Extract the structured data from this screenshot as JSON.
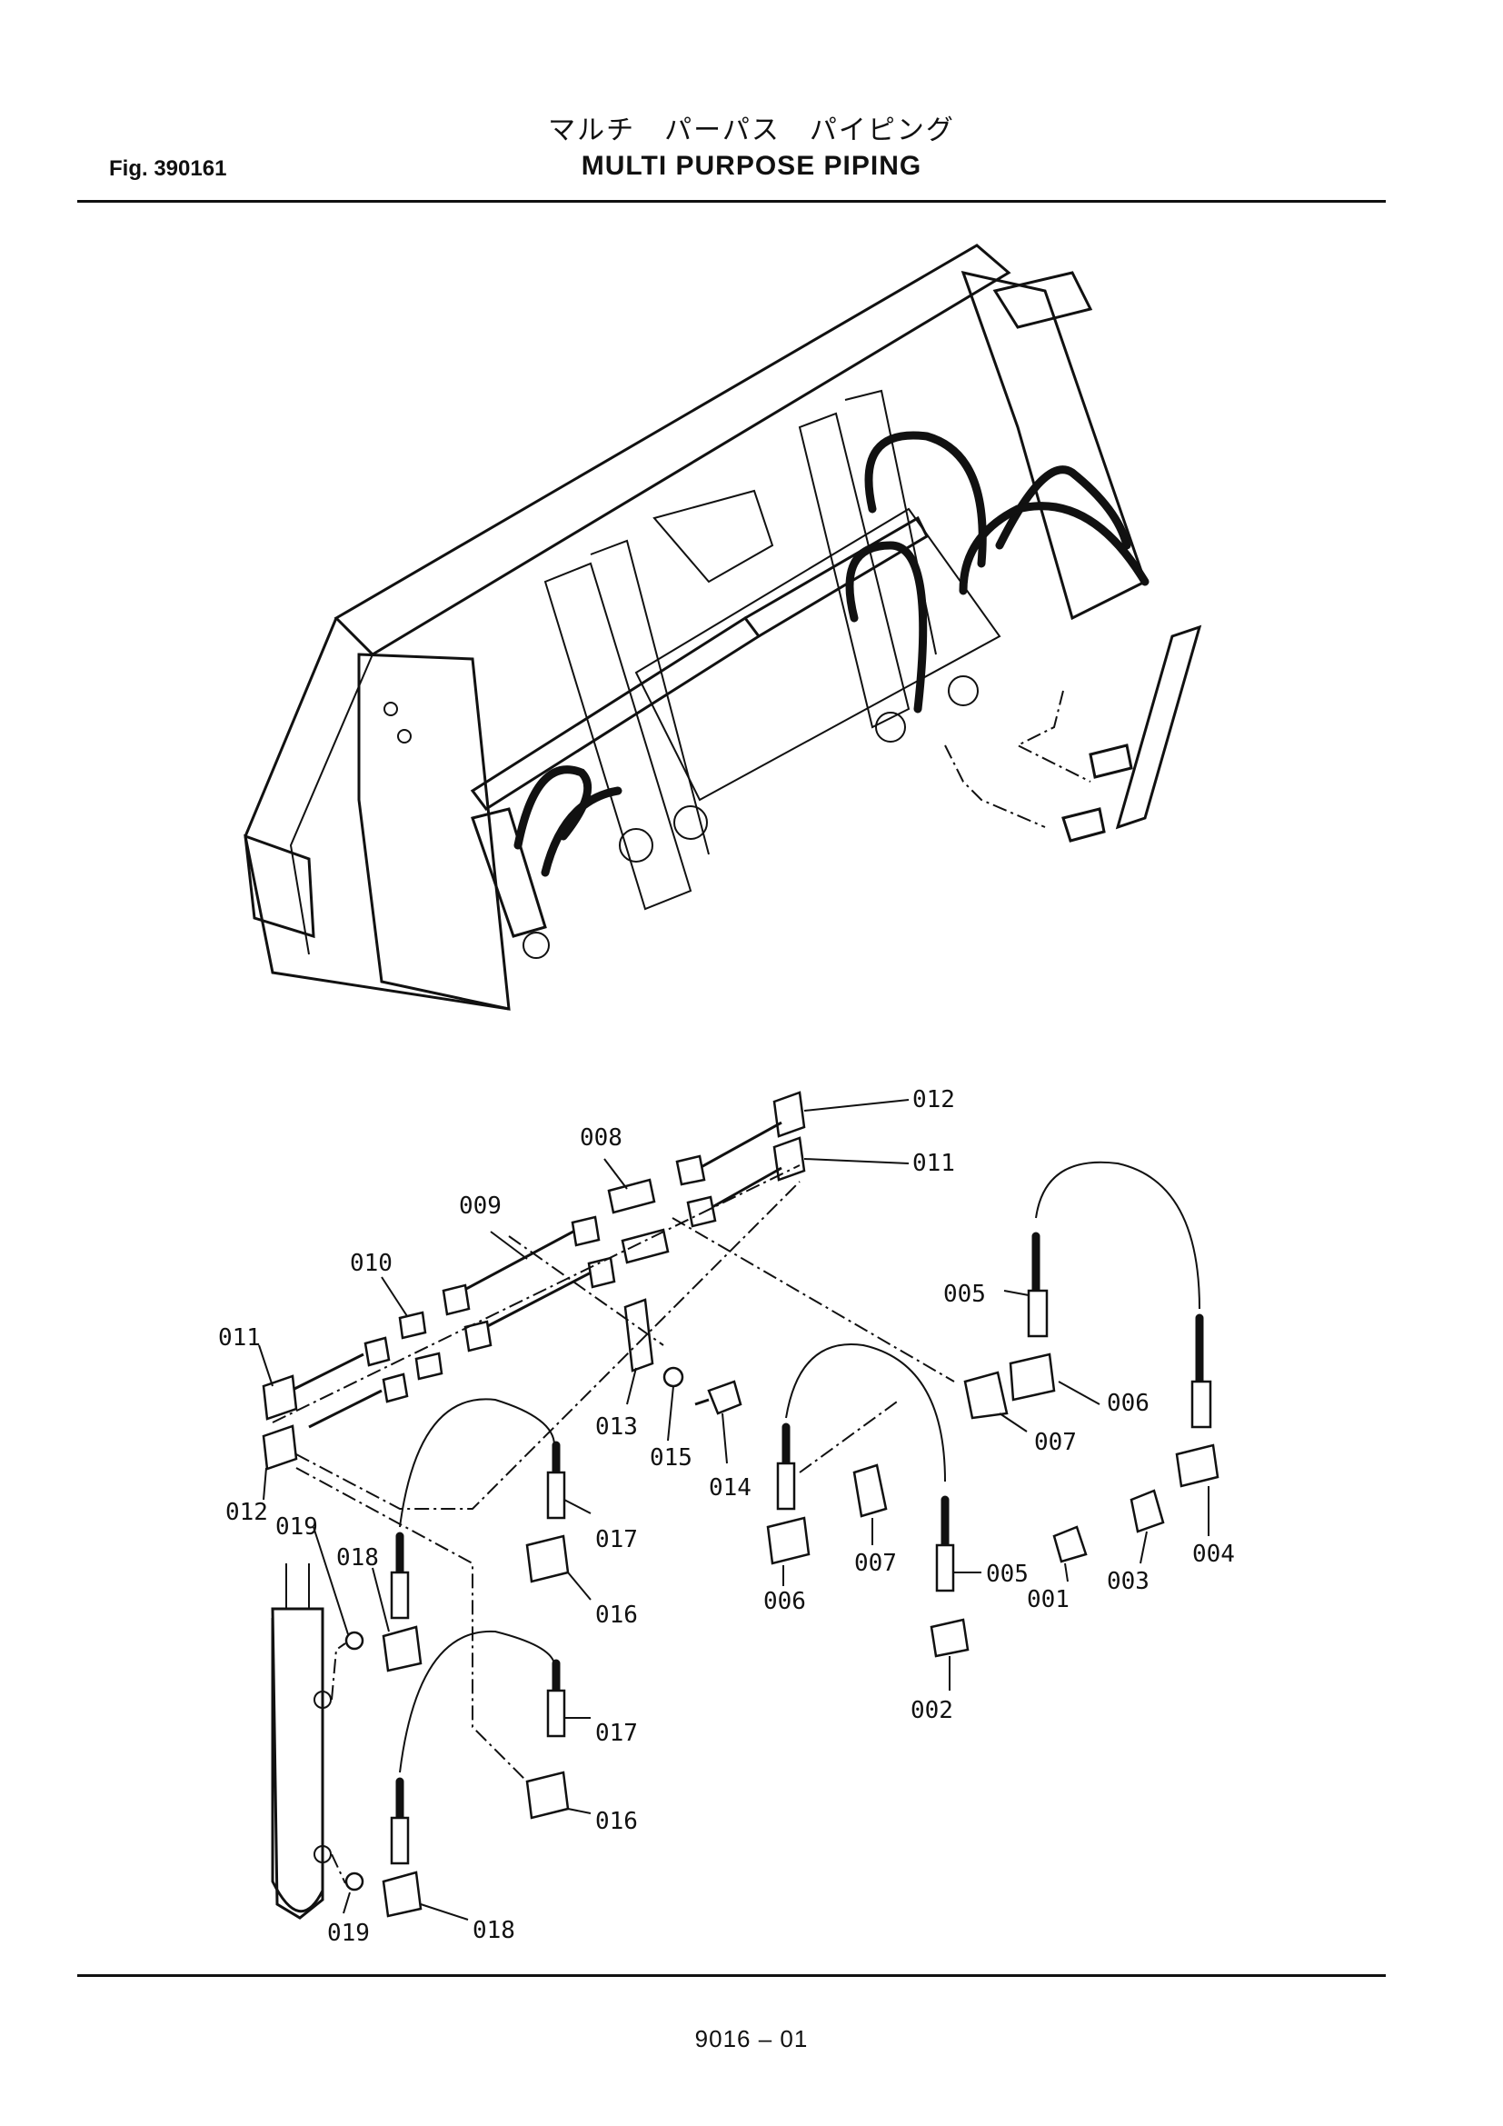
{
  "header": {
    "japanese_title": "マルチ　パーパス　パイピング",
    "title": "MULTI PURPOSE PIPING",
    "fig_label": "Fig. 390161"
  },
  "footer": {
    "page_number": "9016 – 01"
  },
  "callouts": [
    {
      "id": "c012a",
      "text": "012"
    },
    {
      "id": "c011a",
      "text": "011"
    },
    {
      "id": "c008",
      "text": "008"
    },
    {
      "id": "c009",
      "text": "009"
    },
    {
      "id": "c010",
      "text": "010"
    },
    {
      "id": "c011b",
      "text": "011"
    },
    {
      "id": "c012b",
      "text": "012"
    },
    {
      "id": "c013",
      "text": "013"
    },
    {
      "id": "c015",
      "text": "015"
    },
    {
      "id": "c014",
      "text": "014"
    },
    {
      "id": "c005a",
      "text": "005"
    },
    {
      "id": "c006a",
      "text": "006"
    },
    {
      "id": "c007a",
      "text": "007"
    },
    {
      "id": "c007b",
      "text": "007"
    },
    {
      "id": "c006b",
      "text": "006"
    },
    {
      "id": "c005b",
      "text": "005"
    },
    {
      "id": "c002",
      "text": "002"
    },
    {
      "id": "c001",
      "text": "001"
    },
    {
      "id": "c003",
      "text": "003"
    },
    {
      "id": "c004",
      "text": "004"
    },
    {
      "id": "c017a",
      "text": "017"
    },
    {
      "id": "c016a",
      "text": "016"
    },
    {
      "id": "c019a",
      "text": "019"
    },
    {
      "id": "c018a",
      "text": "018"
    },
    {
      "id": "c017b",
      "text": "017"
    },
    {
      "id": "c016b",
      "text": "016"
    },
    {
      "id": "c018b",
      "text": "018"
    },
    {
      "id": "c019b",
      "text": "019"
    }
  ]
}
